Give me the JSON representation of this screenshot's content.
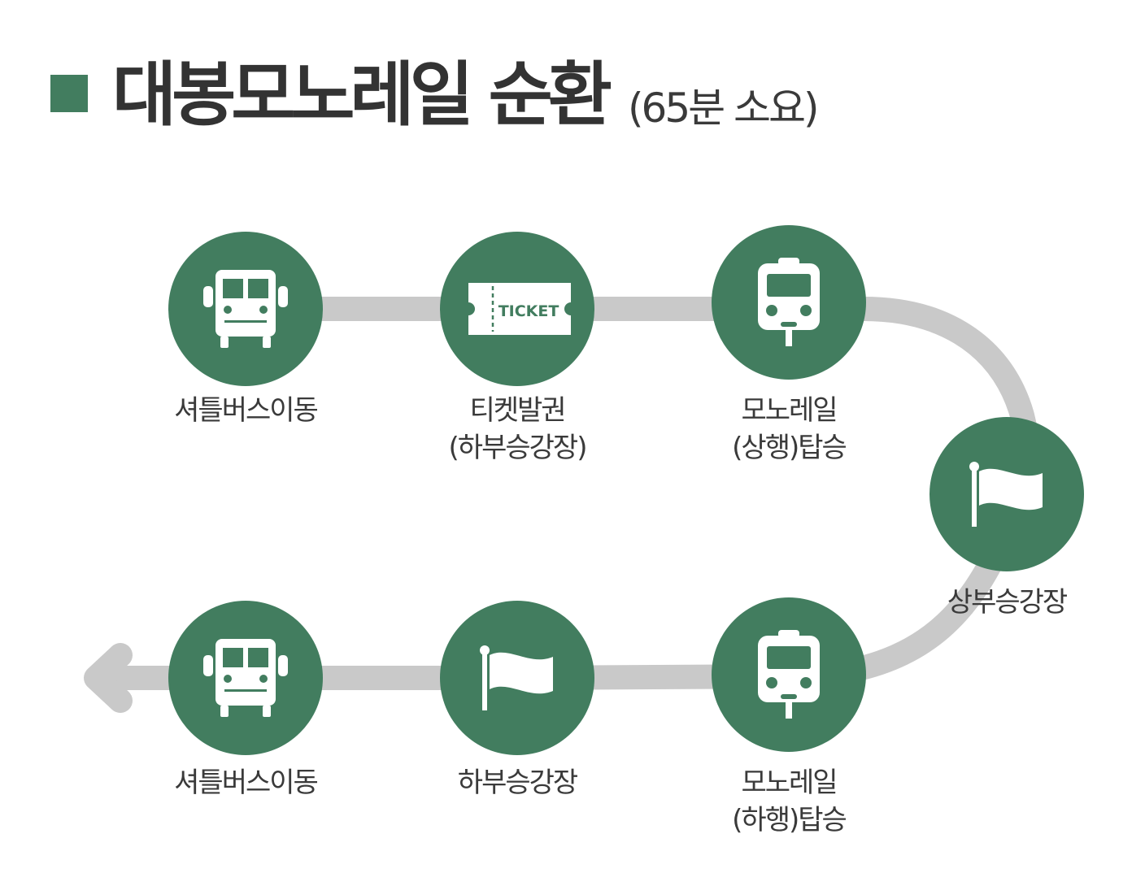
{
  "title": {
    "main": "대봉모노레일 순환",
    "sub": "(65분 소요)"
  },
  "colors": {
    "accent": "#427d5f",
    "track": "#c9c9c9",
    "text": "#3a3a3a",
    "title": "#333333"
  },
  "ticket_text": "TICKET",
  "steps": [
    {
      "icon": "bus-icon",
      "lines": [
        "셔틀버스이동"
      ]
    },
    {
      "icon": "ticket-icon",
      "lines": [
        "티켓발권",
        "(하부승강장)"
      ]
    },
    {
      "icon": "monorail-icon",
      "lines": [
        "모노레일",
        "(상행)탑승"
      ]
    },
    {
      "icon": "flag-icon",
      "lines": [
        "상부승강장"
      ]
    },
    {
      "icon": "monorail-icon",
      "lines": [
        "모노레일",
        "(하행)탑승"
      ]
    },
    {
      "icon": "flag-icon",
      "lines": [
        "하부승강장"
      ]
    },
    {
      "icon": "bus-icon",
      "lines": [
        "셔틀버스이동"
      ]
    }
  ]
}
